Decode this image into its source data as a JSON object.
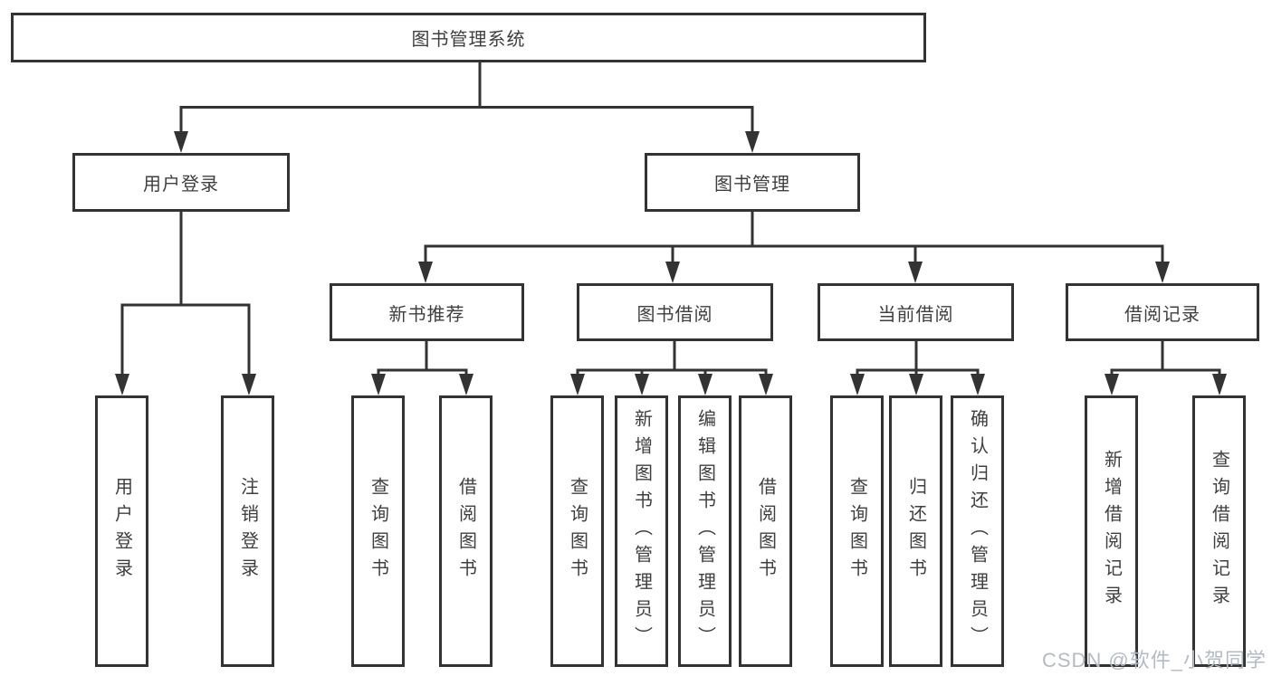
{
  "diagram": {
    "root": {
      "label": "图书管理系统"
    },
    "level2": [
      {
        "label": "用户登录"
      },
      {
        "label": "图书管理"
      }
    ],
    "level3": [
      {
        "label": "新书推荐",
        "parent": "图书管理"
      },
      {
        "label": "图书借阅",
        "parent": "图书管理"
      },
      {
        "label": "当前借阅",
        "parent": "图书管理"
      },
      {
        "label": "借阅记录",
        "parent": "图书管理"
      }
    ],
    "leaves": [
      {
        "label": "用户登录",
        "parent": "用户登录"
      },
      {
        "label": "注销登录",
        "parent": "用户登录"
      },
      {
        "label": "查询图书",
        "parent": "新书推荐"
      },
      {
        "label": "借阅图书",
        "parent": "新书推荐"
      },
      {
        "label": "查询图书",
        "parent": "图书借阅"
      },
      {
        "label": "新增图书（管理员）",
        "parent": "图书借阅"
      },
      {
        "label": "编辑图书（管理员）",
        "parent": "图书借阅"
      },
      {
        "label": "借阅图书",
        "parent": "图书借阅"
      },
      {
        "label": "查询图书",
        "parent": "当前借阅"
      },
      {
        "label": "归还图书",
        "parent": "当前借阅"
      },
      {
        "label": "确认归还（管理员）",
        "parent": "当前借阅"
      },
      {
        "label": "新增借阅记录",
        "parent": "借阅记录"
      },
      {
        "label": "查询借阅记录",
        "parent": "借阅记录"
      }
    ]
  },
  "watermark": {
    "text": "CSDN @软件_小贺同学"
  },
  "colors": {
    "line": "#333333",
    "text": "#3f3f3f",
    "background": "#ffffff",
    "watermark": "#b5bbc5"
  }
}
